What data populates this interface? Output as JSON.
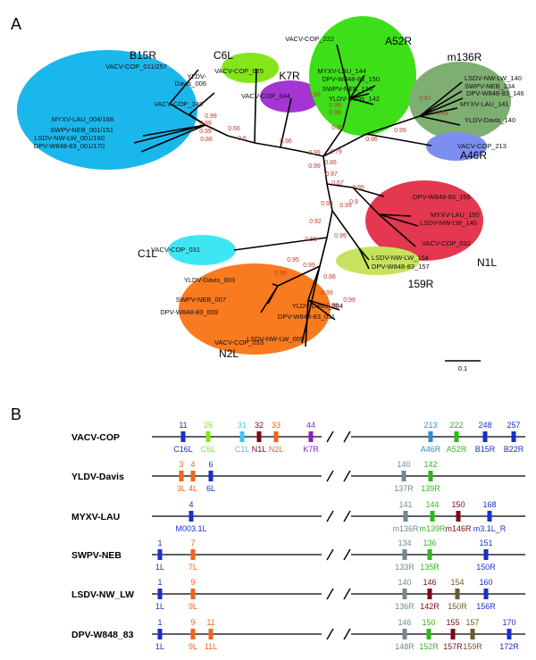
{
  "panel_a": {
    "letter": "A",
    "scale_label": "0.1",
    "clades": [
      {
        "name": "B15R",
        "color": "#1ab7ec",
        "leaves": [
          "VACV-COP_011/257",
          "YLDV-Davis_006",
          "VACV-COP_248",
          "MYXV-LAU_004/168",
          "SWPV-NEB_001/151",
          "LSDV-NW-LW_001/160",
          "DPV-W848-83_001/170"
        ]
      },
      {
        "name": "C6L",
        "color": "#84e619",
        "leaves": [
          "VACV-COP_025"
        ]
      },
      {
        "name": "K7R",
        "color": "#a435d2",
        "leaves": [
          "VACV-COP_044"
        ]
      },
      {
        "name": "A52R",
        "color": "#3de018",
        "leaves": [
          "VACV-COP_222",
          "MYXV-LAU_144",
          "DPV-W848-83_150",
          "SWPV-NEB_136",
          "YLDV-Davis_142"
        ]
      },
      {
        "name": "m136R",
        "color": "#7fae72",
        "leaves": [
          "LSDV-NW-LW_140",
          "SWPV-NEB_134",
          "DPV-W848-83_146",
          "MYXV-LAU_141",
          "YLDV-Davis_140"
        ]
      },
      {
        "name": "A46R",
        "color": "#7c8ef0",
        "leaves": [
          "VACV-COP_213"
        ]
      },
      {
        "name": "N1L",
        "color": "#e3384f",
        "leaves": [
          "DPV-W848-83_155",
          "MYXV-LAU_150",
          "LSDV-NW-LW_146",
          "VACV-COP_032"
        ]
      },
      {
        "name": "C1L",
        "color": "#3ee6f3",
        "leaves": [
          "VACV-COP_031"
        ]
      },
      {
        "name": "159R",
        "color": "#c6e35e",
        "leaves": [
          "LSDV-NW-LW_154",
          "DPV-W848-83_157"
        ]
      },
      {
        "name": "N2L",
        "color": "#fa7a1f",
        "leaves": [
          "YLDV-Davis_003",
          "SWPV-NEB_007",
          "DPV-W848-83_009",
          "VACV-COP_033",
          "YLDV-Davis_004",
          "DPV-W848-83_011",
          "LSDV-NW-LW_009"
        ]
      }
    ],
    "bootstrap": [
      "0.99",
      "0.99",
      "0.99",
      "0.88",
      "0.66",
      "0.6",
      "0.96",
      "0.99",
      "0.99",
      "0.86",
      "0.79",
      "0.99",
      "0.99",
      "0.99",
      "0.96",
      "0.99",
      "0.81",
      "0.89",
      "0.99",
      "0.97",
      "0.67",
      "0.95",
      "0.9",
      "0.99",
      "0.99",
      "0.92",
      "0.55",
      "0.95",
      "0.99",
      "0.99",
      "0.86",
      "0.99",
      "0.99",
      "0.99",
      "0.99"
    ]
  },
  "panel_b": {
    "letter": "B",
    "rows": [
      {
        "name": "VACV-COP",
        "genes": [
          {
            "num": "11",
            "label": "C16L",
            "color": "#1a2fc9"
          },
          {
            "num": "25",
            "label": "C6L",
            "color": "#84e619"
          },
          {
            "num": "31",
            "label": "C1L",
            "color": "#3ec7f3"
          },
          {
            "num": "32",
            "label": "N1L",
            "color": "#7a0a12"
          },
          {
            "num": "33",
            "label": "N2L",
            "color": "#f2641c"
          },
          {
            "num": "44",
            "label": "K7R",
            "color": "#8c1fc9"
          },
          {
            "num": "213",
            "label": "A46R",
            "color": "#2a8fd6"
          },
          {
            "num": "222",
            "label": "A52R",
            "color": "#2fb81a"
          },
          {
            "num": "248",
            "label": "B15R",
            "color": "#1a2fc9"
          },
          {
            "num": "257",
            "label": "B22R",
            "color": "#1a2fc9"
          }
        ]
      },
      {
        "name": "YLDV-Davis",
        "genes": [
          {
            "num": "3",
            "label": "3L",
            "color": "#f2641c"
          },
          {
            "num": "4",
            "label": "4L",
            "color": "#f2641c"
          },
          {
            "num": "6",
            "label": "6L",
            "color": "#1a2fc9"
          },
          {
            "num": "140",
            "label": "137R",
            "color": "#6e8a8e"
          },
          {
            "num": "142",
            "label": "139R",
            "color": "#2fb81a"
          }
        ]
      },
      {
        "name": "MYXV-LAU",
        "genes": [
          {
            "num": "4",
            "label": "M003.1L",
            "color": "#1a2fc9"
          },
          {
            "num": "141",
            "label": "m136R",
            "color": "#6e8a8e"
          },
          {
            "num": "144",
            "label": "m139R",
            "color": "#2fb81a"
          },
          {
            "num": "150",
            "label": "m146R",
            "color": "#7a0a12"
          },
          {
            "num": "168",
            "label": "m3.1L_R",
            "color": "#1a2fc9"
          }
        ]
      },
      {
        "name": "SWPV-NEB",
        "genes": [
          {
            "num": "1",
            "label": "1L",
            "color": "#1a2fc9"
          },
          {
            "num": "7",
            "label": "7L",
            "color": "#f2641c"
          },
          {
            "num": "134",
            "label": "133R",
            "color": "#6e8a8e"
          },
          {
            "num": "136",
            "label": "135R",
            "color": "#2fb81a"
          },
          {
            "num": "151",
            "label": "150R",
            "color": "#1a2fc9"
          }
        ]
      },
      {
        "name": "LSDV-NW_LW",
        "genes": [
          {
            "num": "1",
            "label": "1L",
            "color": "#1a2fc9"
          },
          {
            "num": "9",
            "label": "9L",
            "color": "#f2641c"
          },
          {
            "num": "140",
            "label": "136R",
            "color": "#6e8a8e"
          },
          {
            "num": "146",
            "label": "142R",
            "color": "#7a0a12"
          },
          {
            "num": "154",
            "label": "150R",
            "color": "#6b5a2a"
          },
          {
            "num": "160",
            "label": "156R",
            "color": "#1a2fc9"
          }
        ]
      },
      {
        "name": "DPV-W848_83",
        "genes": [
          {
            "num": "1",
            "label": "1L",
            "color": "#1a2fc9"
          },
          {
            "num": "9",
            "label": "9L",
            "color": "#f2641c"
          },
          {
            "num": "11",
            "label": "11L",
            "color": "#f2641c"
          },
          {
            "num": "146",
            "label": "148R",
            "color": "#6e8a8e"
          },
          {
            "num": "150",
            "label": "152R",
            "color": "#2fb81a"
          },
          {
            "num": "155",
            "label": "157R",
            "color": "#7a0a12"
          },
          {
            "num": "157",
            "label": "159R",
            "color": "#6b5a2a"
          },
          {
            "num": "170",
            "label": "172R",
            "color": "#1a2fc9"
          }
        ]
      }
    ]
  }
}
